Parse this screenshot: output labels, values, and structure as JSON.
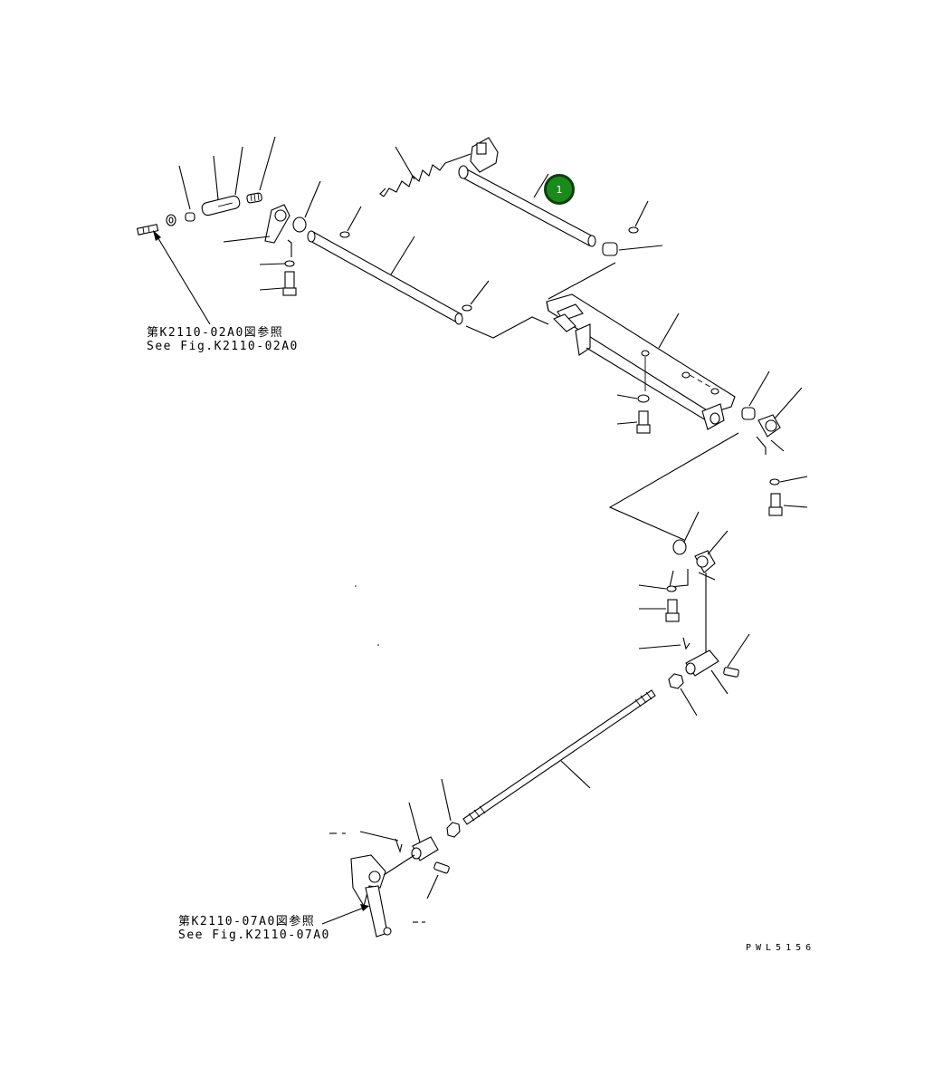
{
  "references": [
    {
      "id": "ref-1",
      "line1": "第K2110-02A0図参照",
      "line2": "See Fig.K2110-02A0"
    },
    {
      "id": "ref-2",
      "line1": "第K2110-07A0図参照",
      "line2": "See Fig.K2110-07A0"
    }
  ],
  "callout": {
    "number": "1",
    "color": "#1a8a1a"
  },
  "drawing_code": "PWL5156"
}
